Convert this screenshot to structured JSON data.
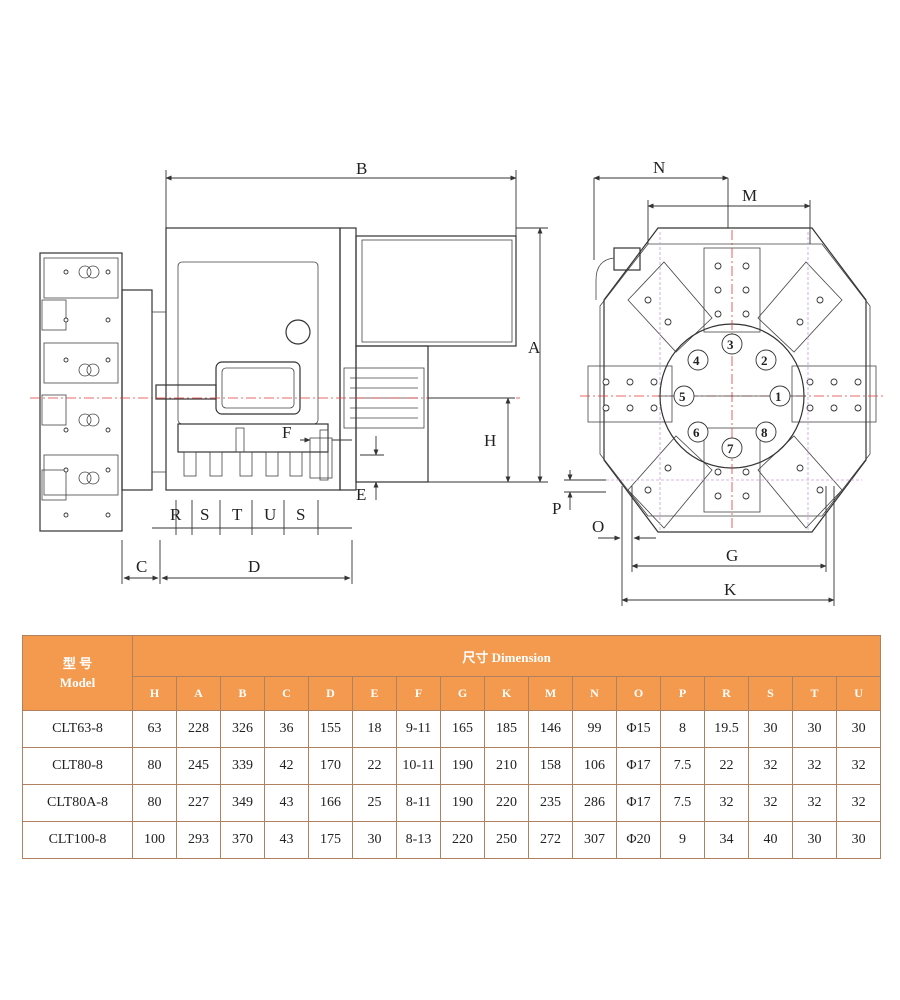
{
  "drawing": {
    "dim_labels": {
      "B": "B",
      "A": "A",
      "H": "H",
      "F": "F",
      "E": "E",
      "C": "C",
      "D": "D",
      "R": "R",
      "S1": "S",
      "T": "T",
      "U": "U",
      "S2": "S",
      "N": "N",
      "M": "M",
      "G": "G",
      "K": "K",
      "O": "O",
      "P": "P"
    },
    "station_numbers": [
      "1",
      "2",
      "3",
      "4",
      "5",
      "6",
      "7",
      "8"
    ]
  },
  "table": {
    "model_header_cn": "型 号",
    "model_header_en": "Model",
    "dimension_header": "尺寸 Dimension",
    "columns": [
      "H",
      "A",
      "B",
      "C",
      "D",
      "E",
      "F",
      "G",
      "K",
      "M",
      "N",
      "O",
      "P",
      "R",
      "S",
      "T",
      "U"
    ],
    "rows": [
      {
        "model": "CLT63-8",
        "values": [
          "63",
          "228",
          "326",
          "36",
          "155",
          "18",
          "9-11",
          "165",
          "185",
          "146",
          "99",
          "Φ15",
          "8",
          "19.5",
          "30",
          "30",
          "30"
        ]
      },
      {
        "model": "CLT80-8",
        "values": [
          "80",
          "245",
          "339",
          "42",
          "170",
          "22",
          "10-11",
          "190",
          "210",
          "158",
          "106",
          "Φ17",
          "7.5",
          "22",
          "32",
          "32",
          "32"
        ]
      },
      {
        "model": "CLT80A-8",
        "values": [
          "80",
          "227",
          "349",
          "43",
          "166",
          "25",
          "8-11",
          "190",
          "220",
          "235",
          "286",
          "Φ17",
          "7.5",
          "32",
          "32",
          "32",
          "32"
        ]
      },
      {
        "model": "CLT100-8",
        "values": [
          "100",
          "293",
          "370",
          "43",
          "175",
          "30",
          "8-13",
          "220",
          "250",
          "272",
          "307",
          "Φ20",
          "9",
          "34",
          "40",
          "30",
          "30"
        ]
      }
    ]
  },
  "colors": {
    "header_bg": "#f49a4e",
    "header_text": "#ffffff",
    "border": "#b08060"
  }
}
